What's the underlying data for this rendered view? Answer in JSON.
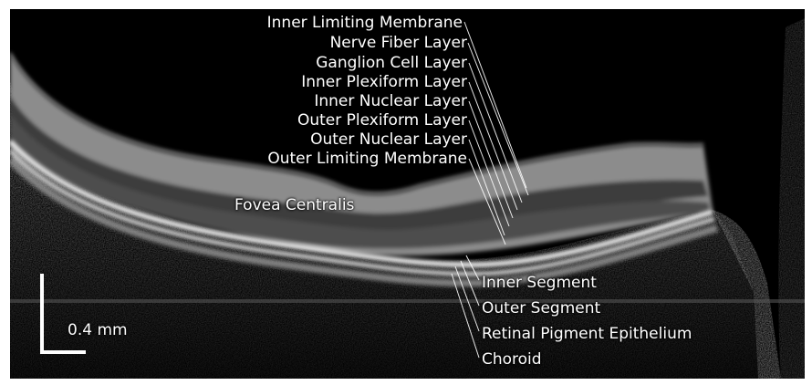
{
  "image": {
    "description_free": true,
    "colors": {
      "background": "#000000",
      "tissue": "#9a9a9a",
      "labels": "#ffffff"
    }
  },
  "labels": {
    "top": [
      "Inner Limiting Membrane",
      "Nerve Fiber Layer",
      "Ganglion Cell Layer",
      "Inner Plexiform Layer",
      "Inner Nuclear Layer",
      "Outer Plexiform Layer",
      "Outer Nuclear Layer",
      "Outer Limiting Membrane"
    ],
    "fovea": "Fovea Centralis",
    "bottom": [
      "Inner Segment",
      "Outer Segment",
      "Retinal Pigment Epithelium",
      "Choroid"
    ]
  },
  "scale_bar": {
    "label": "0.4 mm"
  }
}
